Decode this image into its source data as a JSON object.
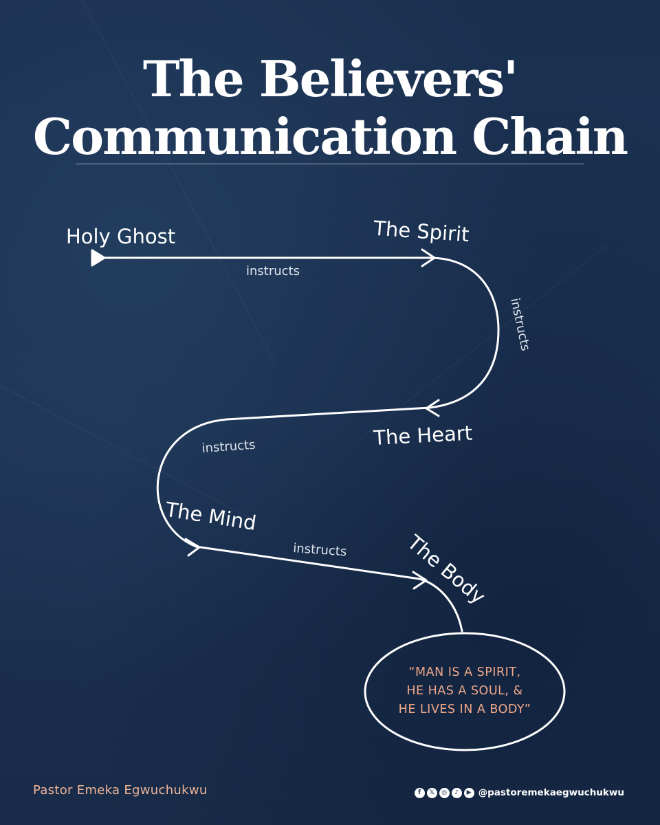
{
  "title": {
    "line1": "The Believers'",
    "line2": "Communication Chain"
  },
  "nodes": {
    "holy_ghost": "Holy Ghost",
    "spirit": "The Spirit",
    "heart": "The Heart",
    "mind": "The Mind",
    "body": "The Body"
  },
  "edges": {
    "e1": "instructs",
    "e2": "instructs",
    "e3": "instructs",
    "e4": "instructs"
  },
  "quote": {
    "line1": "“MAN IS A SPIRIT,",
    "line2": "HE HAS A SOUL, &",
    "line3": "HE LIVES IN A BODY”"
  },
  "footer": {
    "author": "Pastor Emeka Egwuchukwu",
    "handle": "@pastoremekaegwuchukwu",
    "social_icons": [
      "facebook-icon",
      "x-icon",
      "instagram-icon",
      "tiktok-icon",
      "youtube-icon"
    ]
  },
  "colors": {
    "background": "#1b2f4d",
    "line": "#ffffff",
    "accent": "#f0a88a"
  }
}
